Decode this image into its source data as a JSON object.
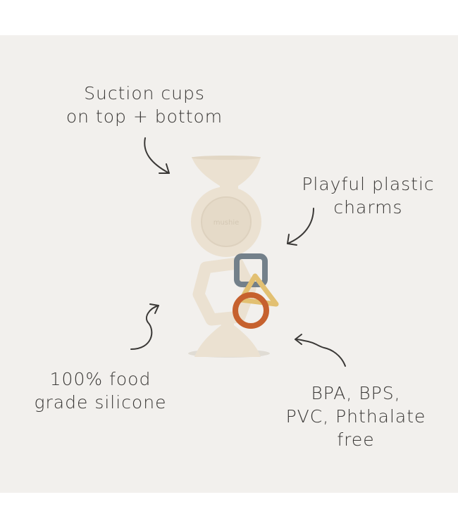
{
  "labels": {
    "suction": {
      "line1": "Suction cups",
      "line2": "on top + bottom"
    },
    "charms": {
      "line1": "Playful plastic",
      "line2": "charms"
    },
    "food": {
      "line1": "100% food",
      "line2": "grade silicone"
    },
    "free": {
      "line1": "BPA, BPS,",
      "line2": "PVC, Phthalate",
      "line3": "free"
    }
  },
  "product": {
    "brand_emboss": "mushie",
    "charms": [
      "square-charm",
      "triangle-charm",
      "circle-charm"
    ]
  },
  "colors": {
    "background": "#f2f0ed",
    "silicone": "#ebe1d1",
    "text": "#3a3836",
    "charm_blue": "#73808a",
    "charm_yellow": "#e2c072",
    "charm_rust": "#c6612e"
  }
}
